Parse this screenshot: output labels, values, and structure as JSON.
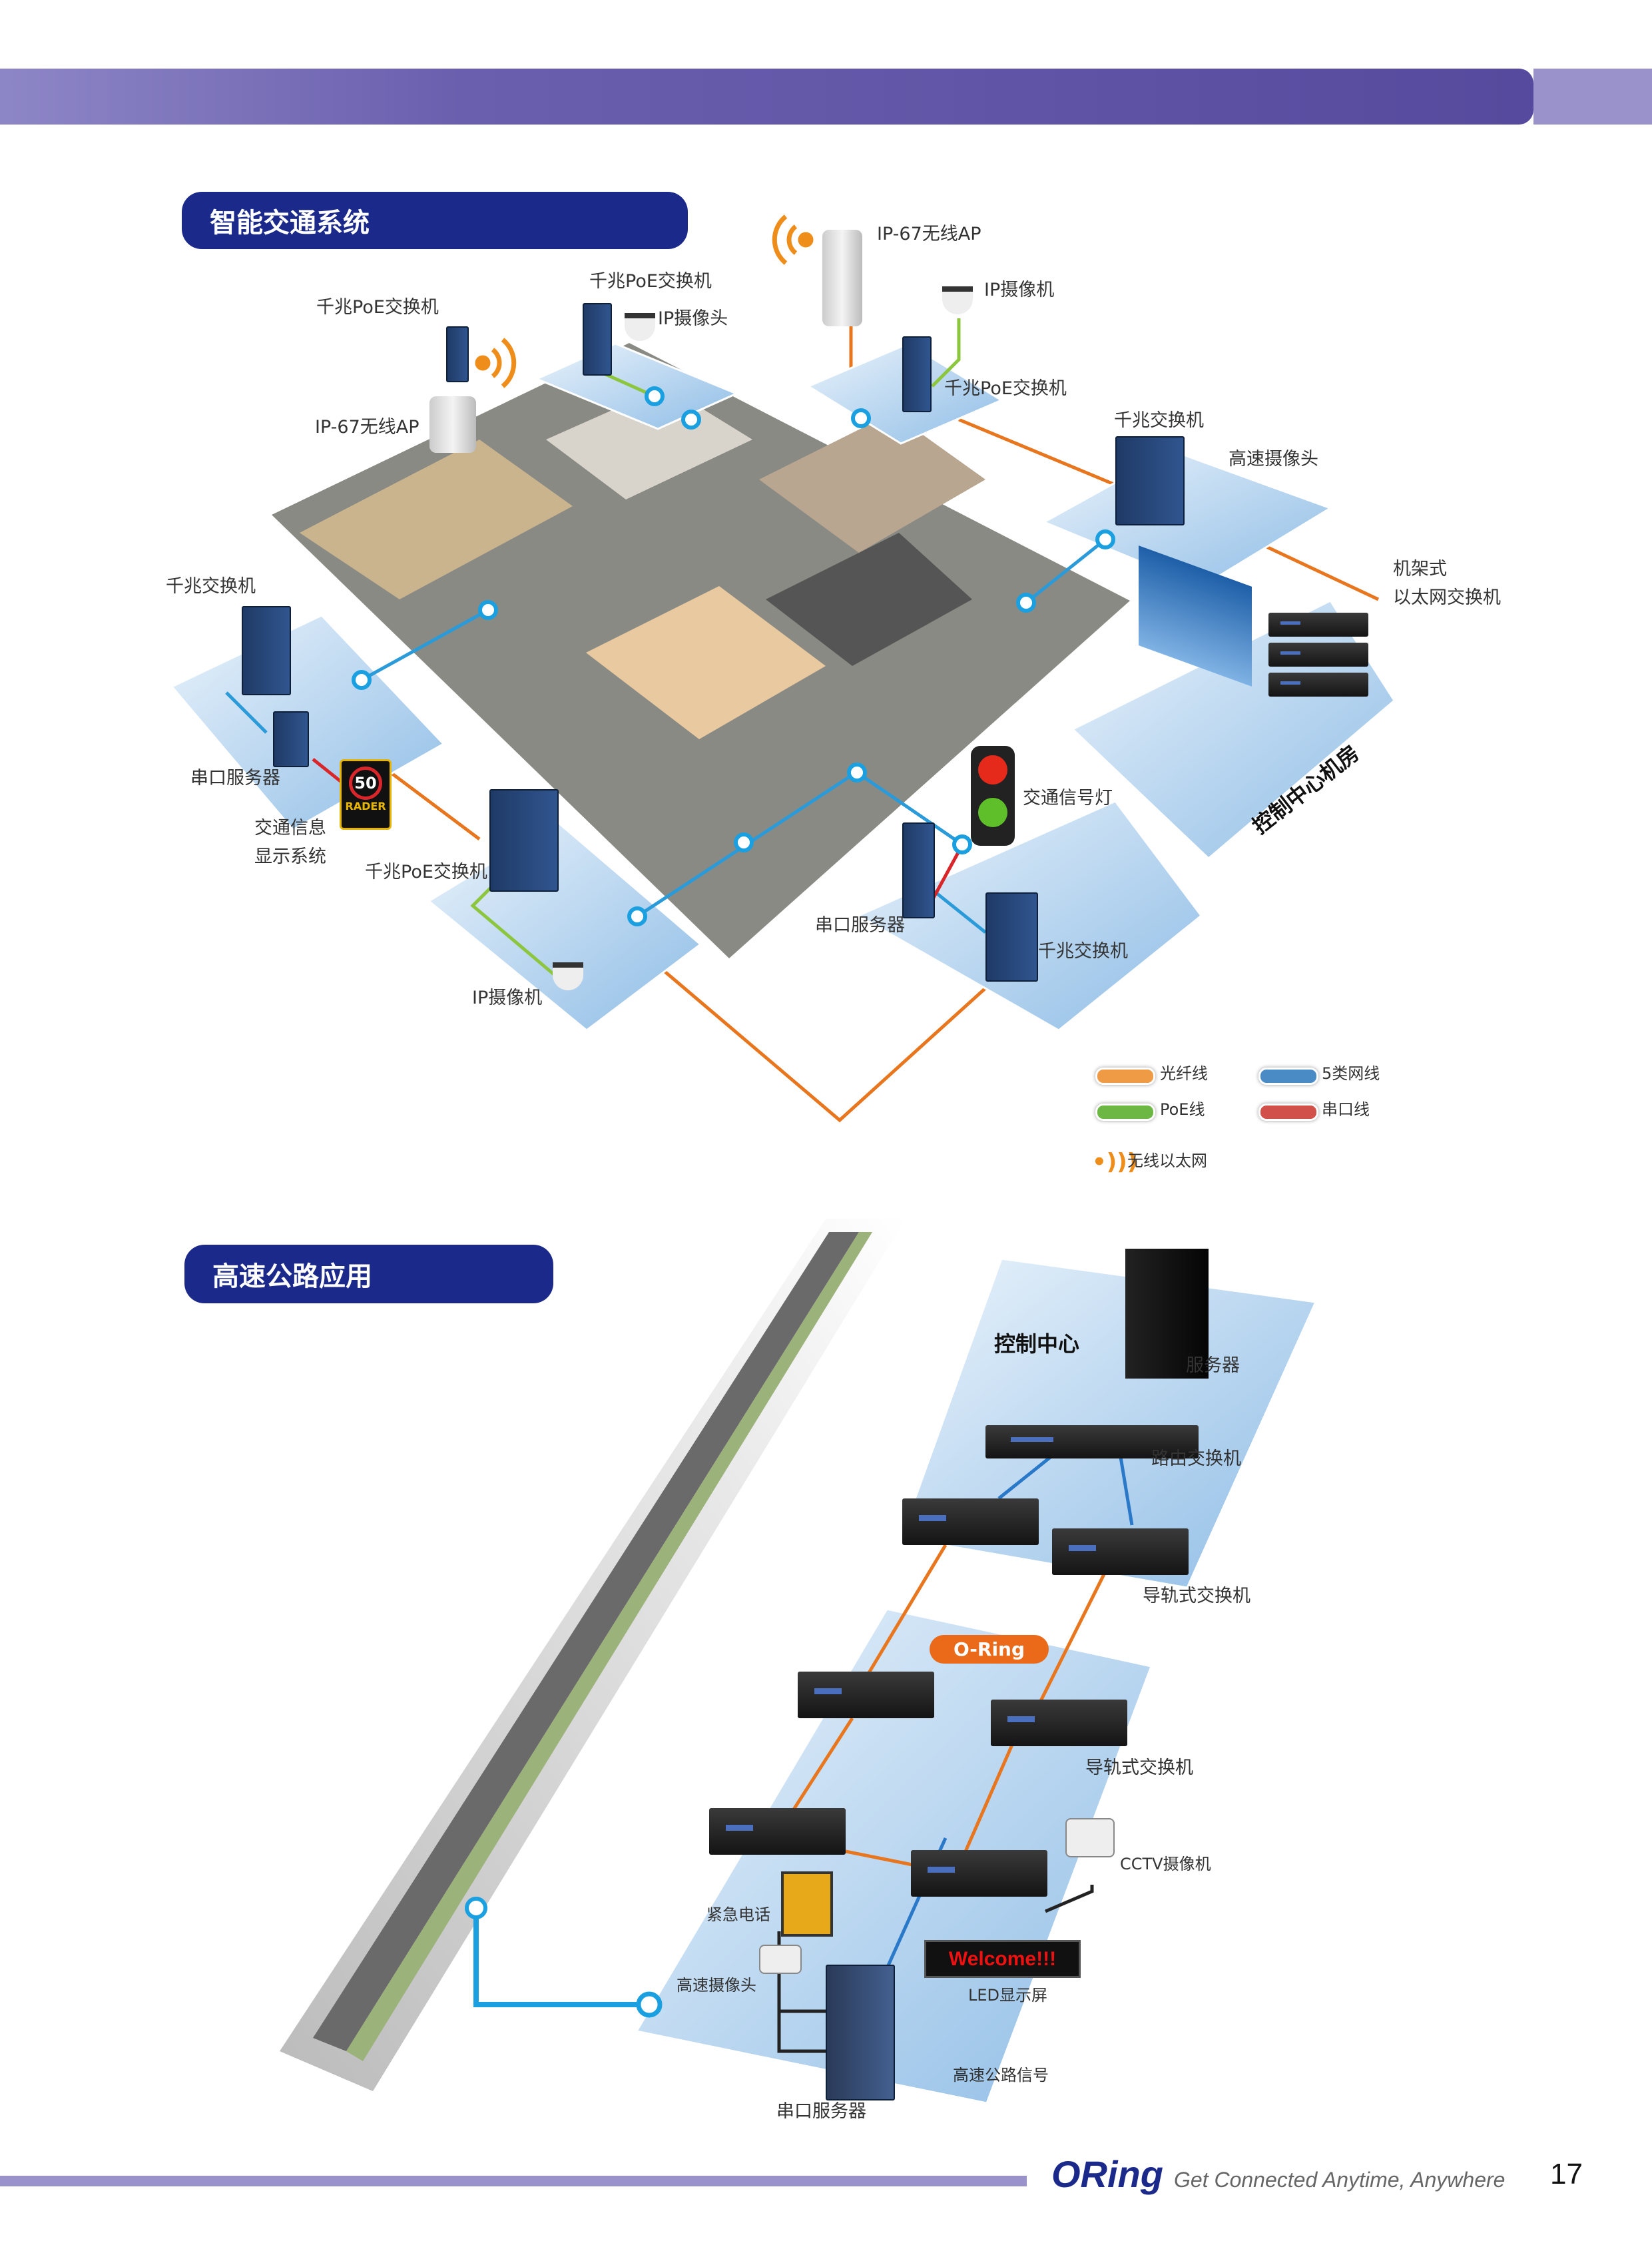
{
  "sections": {
    "its": {
      "title": "智能交通系统",
      "labels": {
        "ap_top": "IP-67无线AP",
        "poe_switch_top": "千兆PoE交换机",
        "ip_camera_head_top": "IP摄像头",
        "ip_camera_top_right": "IP摄像机",
        "poe_switch_building": "千兆PoE交换机",
        "poe_switch_mid": "千兆PoE交换机",
        "ap_building": "IP-67无线AP",
        "gigabit_switch_top_right": "千兆交换机",
        "speed_camera": "高速摄像头",
        "rack_switch_1": "机架式",
        "rack_switch_2": "以太网交换机",
        "gigabit_switch_left": "千兆交换机",
        "serial_server_left": "串口服务器",
        "traffic_info_1": "交通信息",
        "traffic_info_2": "显示系统",
        "poe_switch_bottom": "千兆PoE交换机",
        "traffic_light": "交通信号灯",
        "control_room": "控制中心机房",
        "serial_server_bottom": "串口服务器",
        "gigabit_switch_bottom": "千兆交换机",
        "ip_camera_bottom": "IP摄像机",
        "speed_sign_value": "50",
        "speed_sign_text": "RADER"
      },
      "legend": [
        {
          "label": "光纤线",
          "color": "#ef9a45"
        },
        {
          "label": "5类网线",
          "color": "#4a8bc6"
        },
        {
          "label": "PoE线",
          "color": "#6db845"
        },
        {
          "label": "串口线",
          "color": "#d2504a"
        },
        {
          "label": "无线以太网",
          "color": "#ef8d1a"
        }
      ]
    },
    "highway": {
      "title": "高速公路应用",
      "labels": {
        "control_center": "控制中心",
        "server": "服务器",
        "router_switch": "路由交换机",
        "din_switch_top": "导轨式交换机",
        "oring": "O-Ring",
        "din_switch_mid": "导轨式交换机",
        "cctv": "CCTV摄像机",
        "emergency_phone": "紧急电话",
        "speed_camera": "高速摄像头",
        "led_text": "Welcome!!!",
        "led_screen": "LED显示屏",
        "highway_signal": "高速公路信号",
        "serial_server": "串口服务器"
      }
    }
  },
  "footer": {
    "brand": "ORing",
    "tagline": "Get Connected Anytime, Anywhere",
    "page_number": "17"
  },
  "colors": {
    "brand": "#1b2a8a",
    "fiber": "#e8761e",
    "ethernet": "#2a9ad8",
    "poe": "#8cc63f",
    "serial": "#d8262b"
  }
}
